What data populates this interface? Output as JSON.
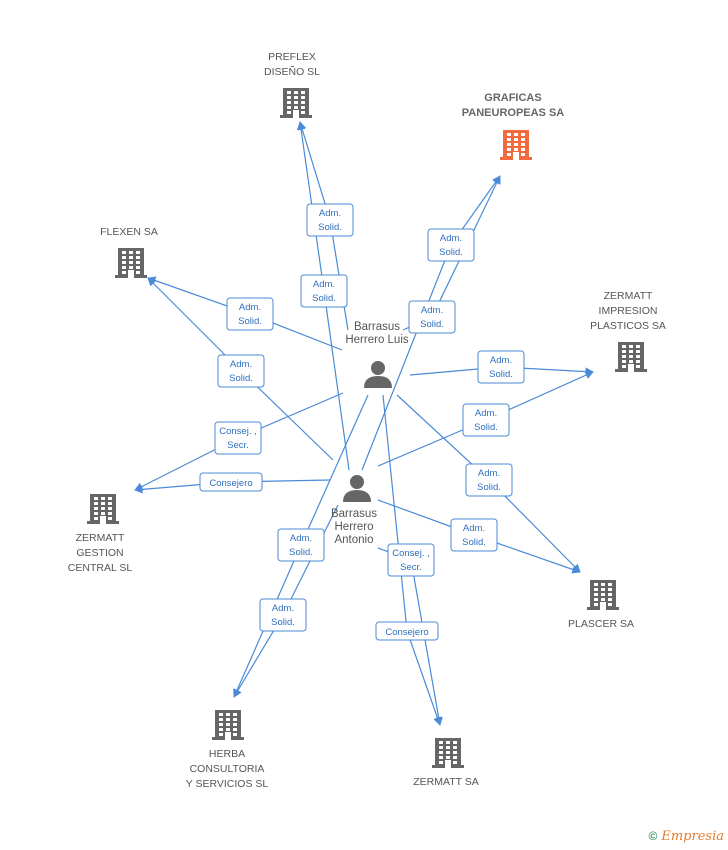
{
  "colors": {
    "edge": "#4a8ad6",
    "building": "#666666",
    "highlight": "#f26a3d",
    "person": "#666666"
  },
  "nodes": [
    {
      "id": "preflex",
      "type": "company",
      "lines": [
        "PREFLEX",
        "DISEÑO SL"
      ],
      "highlight": false
    },
    {
      "id": "graficas",
      "type": "company",
      "lines": [
        "GRAFICAS",
        "PANEUROPEAS SA"
      ],
      "highlight": true
    },
    {
      "id": "flexen",
      "type": "company",
      "lines": [
        "FLEXEN SA"
      ],
      "highlight": false
    },
    {
      "id": "zermatt_imp",
      "type": "company",
      "lines": [
        "ZERMATT",
        "IMPRESION",
        "PLASTICOS SA"
      ],
      "highlight": false
    },
    {
      "id": "zermatt_gest",
      "type": "company",
      "lines": [
        "ZERMATT",
        "GESTION",
        "CENTRAL  SL"
      ],
      "highlight": false
    },
    {
      "id": "plascer",
      "type": "company",
      "lines": [
        "PLASCER SA"
      ],
      "highlight": false
    },
    {
      "id": "herba",
      "type": "company",
      "lines": [
        "HERBA",
        "CONSULTORIA",
        "Y SERVICIOS SL"
      ],
      "highlight": false
    },
    {
      "id": "zermatt",
      "type": "company",
      "lines": [
        "ZERMATT SA"
      ],
      "highlight": false
    },
    {
      "id": "luis",
      "type": "person",
      "lines": [
        "Barrasus",
        "Herrero Luis"
      ]
    },
    {
      "id": "antonio",
      "type": "person",
      "lines": [
        "Barrasus",
        "Herrero",
        "Antonio"
      ]
    }
  ],
  "edges": [
    {
      "from": "luis",
      "to": "preflex",
      "label": [
        "Adm.",
        "Solid."
      ]
    },
    {
      "from": "antonio",
      "to": "preflex",
      "label": [
        "Adm.",
        "Solid."
      ]
    },
    {
      "from": "antonio",
      "to": "graficas",
      "label": [
        "Adm.",
        "Solid."
      ]
    },
    {
      "from": "luis",
      "to": "graficas",
      "label": [
        "Adm.",
        "Solid."
      ]
    },
    {
      "from": "luis",
      "to": "flexen",
      "label": [
        "Adm.",
        "Solid."
      ]
    },
    {
      "from": "antonio",
      "to": "flexen",
      "label": [
        "Adm.",
        "Solid."
      ]
    },
    {
      "from": "luis",
      "to": "zermatt_imp",
      "label": [
        "Adm.",
        "Solid."
      ]
    },
    {
      "from": "antonio",
      "to": "zermatt_imp",
      "label": [
        "Adm.",
        "Solid."
      ]
    },
    {
      "from": "luis",
      "to": "zermatt_gest",
      "label": [
        "Consej. ,",
        "Secr."
      ]
    },
    {
      "from": "antonio",
      "to": "zermatt_gest",
      "label": [
        "Consejero"
      ]
    },
    {
      "from": "luis",
      "to": "plascer",
      "label": [
        "Adm.",
        "Solid."
      ]
    },
    {
      "from": "antonio",
      "to": "plascer",
      "label": [
        "Adm.",
        "Solid."
      ]
    },
    {
      "from": "luis",
      "to": "herba",
      "label": [
        "Adm.",
        "Solid."
      ]
    },
    {
      "from": "antonio",
      "to": "herba",
      "label": [
        "Adm.",
        "Solid."
      ]
    },
    {
      "from": "antonio",
      "to": "zermatt",
      "label": [
        "Consej. ,",
        "Secr."
      ]
    },
    {
      "from": "luis",
      "to": "zermatt",
      "label": [
        "Consejero"
      ]
    }
  ],
  "footer": {
    "copyright": "©",
    "brand": "Empresia"
  }
}
